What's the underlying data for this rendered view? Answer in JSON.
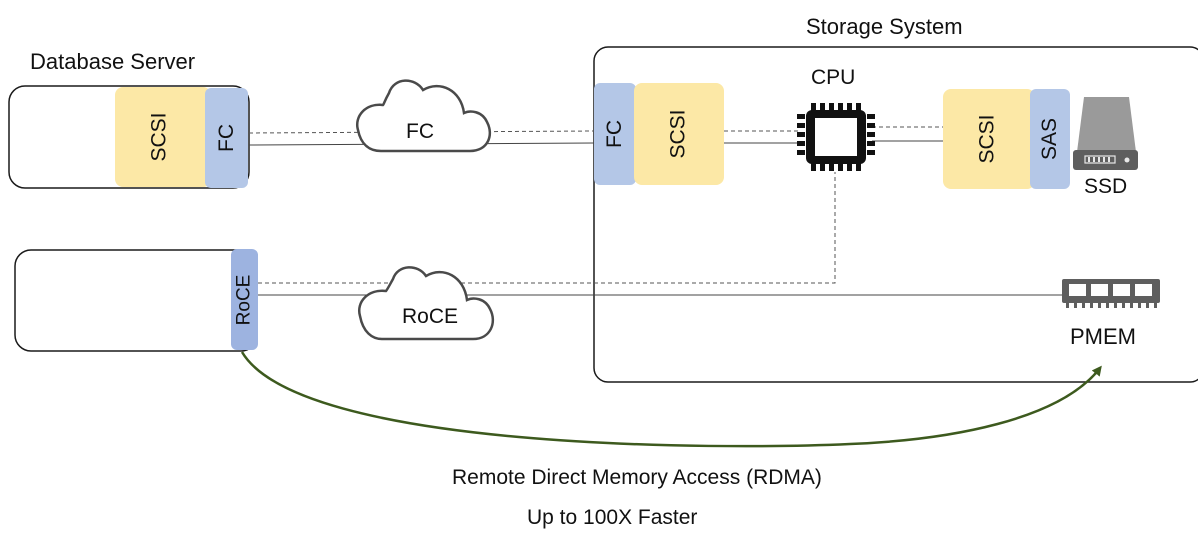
{
  "database_server": {
    "title": "Database Server",
    "scsi_label": "SCSI",
    "fc_label": "FC"
  },
  "roce_host": {
    "roce_label": "RoCE"
  },
  "fc_cloud": {
    "label": "FC"
  },
  "roce_cloud": {
    "label": "RoCE"
  },
  "storage_system": {
    "title": "Storage System",
    "fc_label": "FC",
    "scsi_label": "SCSI",
    "cpu_label": "CPU",
    "scsi2_label": "SCSI",
    "sas_label": "SAS",
    "ssd_label": "SSD",
    "pmem_label": "PMEM"
  },
  "rdma": {
    "line1": "Remote Direct Memory Access (RDMA)",
    "line2": "Up to 100X Faster"
  },
  "colors": {
    "scsi_fill": "#fce8a6",
    "port_fill": "#b4c7e7",
    "roce_fill": "#9db3e0",
    "rdma_arrow": "#3d5a1e",
    "box_stroke": "#1a1a1a"
  },
  "icons": [
    "cloud-icon",
    "cpu-chip-icon",
    "ssd-drive-icon",
    "pmem-module-icon",
    "rdma-arrow-icon"
  ]
}
